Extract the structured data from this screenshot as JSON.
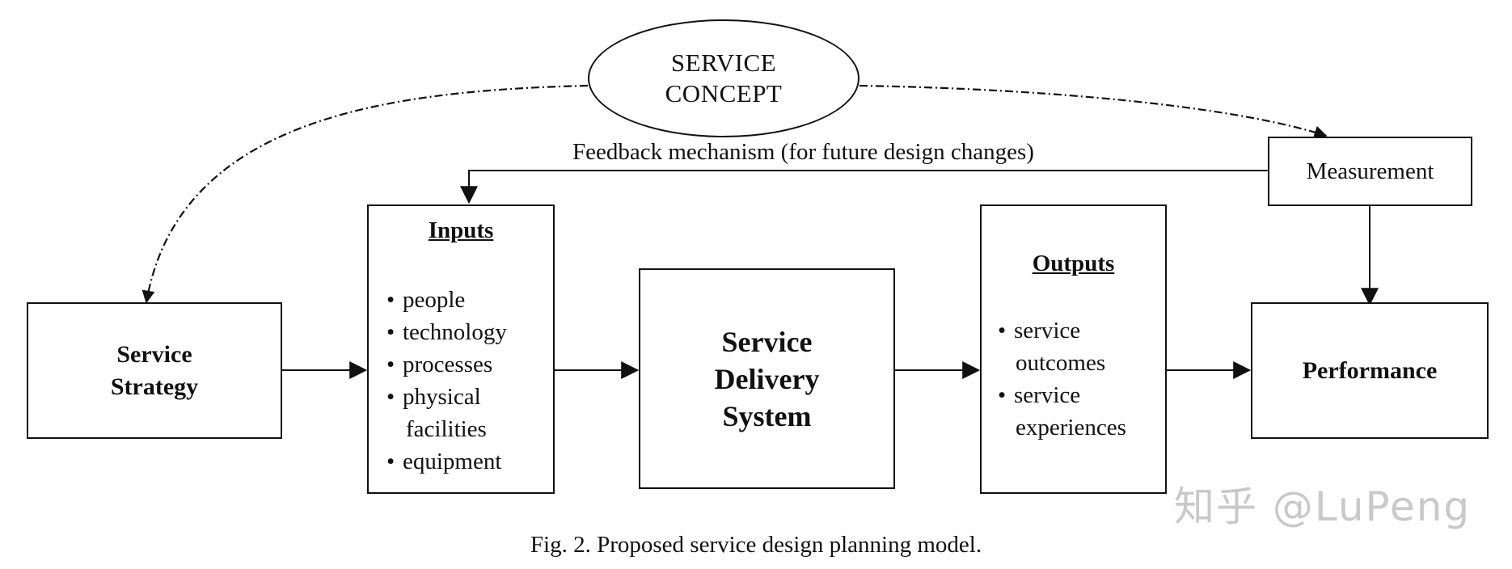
{
  "concept": {
    "line1": "SERVICE",
    "line2": "CONCEPT"
  },
  "feedback_label": "Feedback mechanism (for future design changes)",
  "measurement": "Measurement",
  "strategy": {
    "line1": "Service",
    "line2": "Strategy"
  },
  "inputs": {
    "heading": "Inputs",
    "items": [
      "people",
      "technology",
      "processes",
      "physical",
      "facilities",
      "equipment"
    ]
  },
  "delivery": {
    "line1": "Service",
    "line2": "Delivery",
    "line3": "System"
  },
  "outputs": {
    "heading": "Outputs",
    "items": [
      "service",
      "outcomes",
      "service",
      "experiences"
    ]
  },
  "performance": "Performance",
  "caption": "Fig. 2. Proposed service design planning model.",
  "watermark": "知乎 @LuPeng"
}
